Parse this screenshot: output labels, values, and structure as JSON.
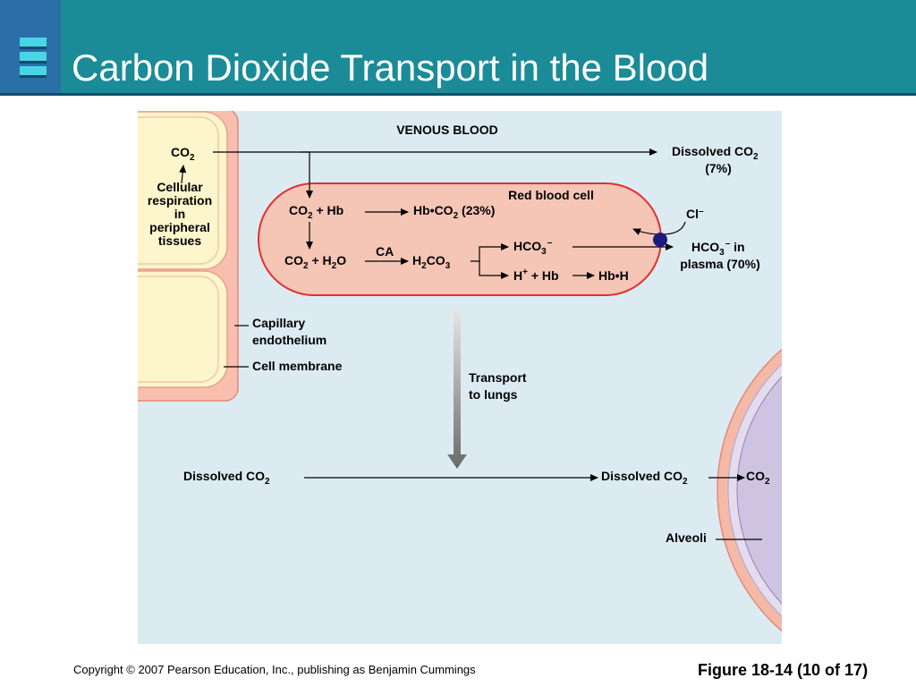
{
  "title": "Carbon Dioxide Transport in the Blood",
  "footer": {
    "copyright": "Copyright © 2007 Pearson Education, Inc., publishing as Benjamin Cummings",
    "figure": "Figure 18-14 (10 of 17)"
  },
  "diagram": {
    "venous_blood": "VENOUS BLOOD",
    "tissue_co2": {
      "main": "CO",
      "sub": "2"
    },
    "cellular_respiration": [
      "Cellular",
      "respiration",
      "in",
      "peripheral",
      "tissues"
    ],
    "dissolved_top": {
      "main": "Dissolved CO",
      "sub": "2"
    },
    "dissolved_top_pct": "(7%)",
    "red_blood_cell": "Red blood cell",
    "co2_hb": {
      "a": "CO",
      "sub": "2",
      "b": " + Hb"
    },
    "hbco2": {
      "a": "Hb•CO",
      "sub": "2",
      "b": " (23%)"
    },
    "co2_h2o": {
      "a": "CO",
      "sub1": "2",
      "b": " + H",
      "sub2": "2",
      "c": "O"
    },
    "ca": "CA",
    "h2co3": {
      "a": "H",
      "sub1": "2",
      "b": "CO",
      "sub2": "3"
    },
    "hco3": {
      "a": "HCO",
      "sub": "3",
      "sup": "–"
    },
    "h_hb": {
      "a": "H",
      "sup": "+",
      "b": " + Hb"
    },
    "hbh": "Hb•H",
    "cl": {
      "a": "Cl",
      "sup": "–"
    },
    "hco3_plasma": {
      "a": "HCO",
      "sub": "3",
      "sup": "–",
      "b": " in"
    },
    "plasma_pct": "plasma (70%)",
    "capillary_endothelium": [
      "Capillary",
      "endothelium"
    ],
    "cell_membrane": "Cell membrane",
    "transport": [
      "Transport",
      "to lungs"
    ],
    "dissolved_left": {
      "main": "Dissolved CO",
      "sub": "2"
    },
    "dissolved_right": {
      "main": "Dissolved CO",
      "sub": "2"
    },
    "alveoli_co2": {
      "main": "CO",
      "sub": "2"
    },
    "alveoli": "Alveoli"
  },
  "colors": {
    "header": "#1b8b98",
    "panel": "#dcebf2",
    "tissue": "#fdf5cc",
    "endothelium": "#f8bfae",
    "rbc_fill": "#f5c5b5",
    "rbc_stroke": "#e03030",
    "alveolus": "#cec4e2",
    "transporter": "#1a1a80"
  }
}
